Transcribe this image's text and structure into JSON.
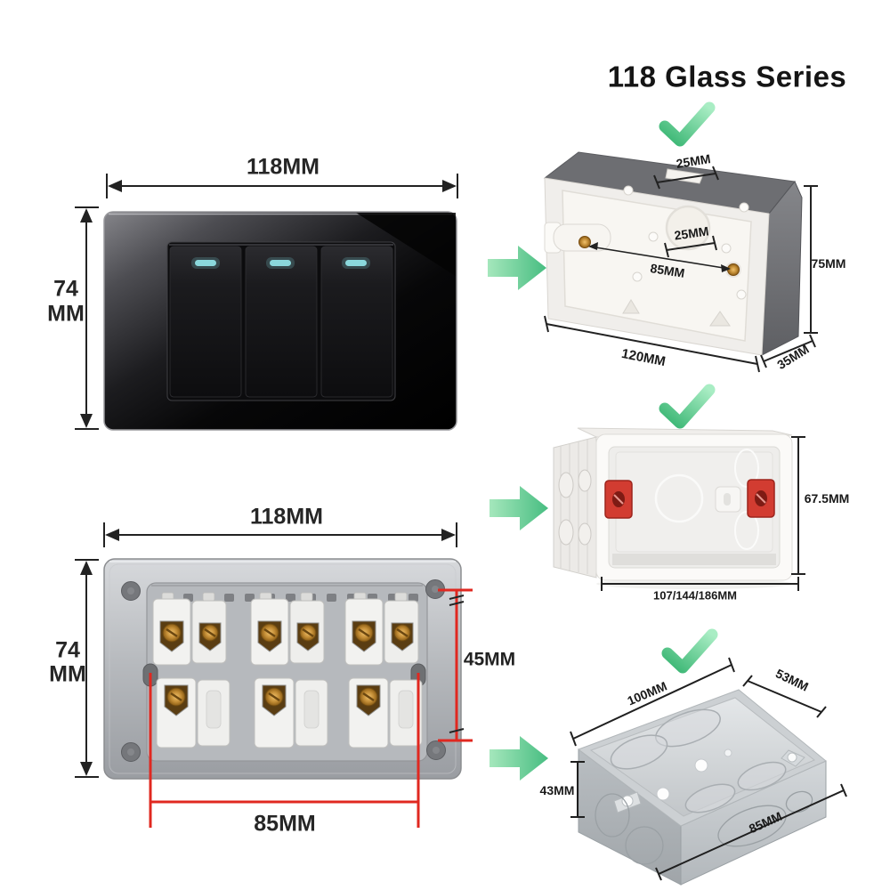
{
  "title": "118 Glass Series",
  "colors": {
    "check_green": "#4cc184",
    "dimension_red": "#e02820",
    "indicator_cyan": "#7ad2d8",
    "glass_black": "#0a0a0c",
    "brass": "#c08a33"
  },
  "switch_figure": {
    "description": "3-gang black glass switch panel front view",
    "gang_count": 3,
    "width_label": "118MM",
    "height_label": [
      "74",
      "MM"
    ]
  },
  "socket_figure": {
    "description": "socket panel back view with terminal modules",
    "width_label": "118MM",
    "height_label": [
      "74",
      "MM"
    ],
    "screw_span_label": "45MM",
    "mount_span_label": "85MM"
  },
  "surface_box": {
    "description": "surface mount back box",
    "notch_label": "25MM",
    "knockout_label": "25MM",
    "screw_span_label": "85MM",
    "height_label": "75MM",
    "width_label": "120MM",
    "depth_label": "35MM"
  },
  "flush_box": {
    "description": "flush mount cassette with red clamps",
    "height_label": "67.5MM",
    "width_label": "107/144/186MM"
  },
  "metal_box": {
    "description": "galvanized steel junction box",
    "width_label": "100MM",
    "depth_label": "53MM",
    "height_label": "43MM",
    "screw_span_label": "85MM"
  }
}
